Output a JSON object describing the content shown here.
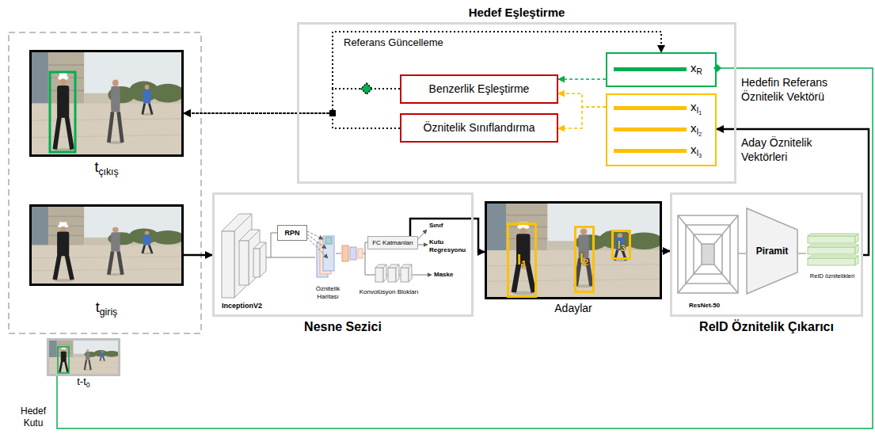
{
  "diagram": {
    "nodes": [
      {
        "text": [
          "Hedef Eşleştirme"
        ]
      },
      {
        "text": [
          "Benzerlik Eşleştirme"
        ],
        "in": 0
      },
      {
        "text": [
          "Öznitelik Sınıflandırma"
        ],
        "in": 0
      },
      {
        "text": [
          "xR"
        ],
        "in": 0
      },
      {
        "text": [
          "xI1",
          "xI2",
          "xI3"
        ],
        "in": 0
      },
      {
        "text": [
          "tçıkış"
        ]
      },
      {
        "text": [
          "tgiriş"
        ]
      },
      {
        "text": [
          "Nesne Sezici"
        ]
      },
      {
        "text": [
          "RPN"
        ],
        "in": 7
      },
      {
        "text": [
          "FC Katmanları"
        ],
        "in": 7
      },
      {
        "text": [
          "Adaylar"
        ]
      },
      {
        "text": [
          "I1"
        ],
        "in": 10
      },
      {
        "text": [
          "I2"
        ],
        "in": 10
      },
      {
        "text": [
          "I3"
        ],
        "in": 10
      },
      {
        "text": [
          "ReID Öznitelik Çıkarıcı"
        ]
      },
      {
        "text": [
          "Piramit"
        ],
        "in": 14
      },
      {
        "text": [
          "t-t0"
        ]
      }
    ],
    "edges": [
      {
        "from": 3,
        "to": 1,
        "arrow": "to"
      },
      {
        "from": 4,
        "to": 1,
        "arrow": "to"
      },
      {
        "from": 4,
        "to": 2,
        "arrow": "to"
      },
      {
        "from": 1,
        "to": 5,
        "arrow": "to"
      },
      {
        "from": 2,
        "to": 5,
        "arrow": "to"
      },
      {
        "from": 1,
        "to": 3,
        "label": "Referans Güncelleme",
        "arrow": "to"
      },
      {
        "from": 6,
        "to": 7,
        "arrow": "to"
      },
      {
        "from": 9,
        "to": 10,
        "arrow": "to"
      },
      {
        "from": 10,
        "to": 14,
        "arrow": "to"
      },
      {
        "from": 14,
        "to": 4,
        "arrow": "to"
      },
      {
        "from": 16,
        "to": 3,
        "arrow": "none"
      }
    ],
    "labels": [
      "Hedefin Referans Öznitelik Vektörü",
      "Aday Öznitelik Vektörleri",
      "InceptionV2",
      "Öznitelik Haritası",
      "Konvolüsyon Blokları",
      "Sınıf",
      "Kutu Regresyonu",
      "Maske",
      "ResNet-50",
      "ReID öznitelikleri",
      "Hedef Kutu"
    ]
  }
}
